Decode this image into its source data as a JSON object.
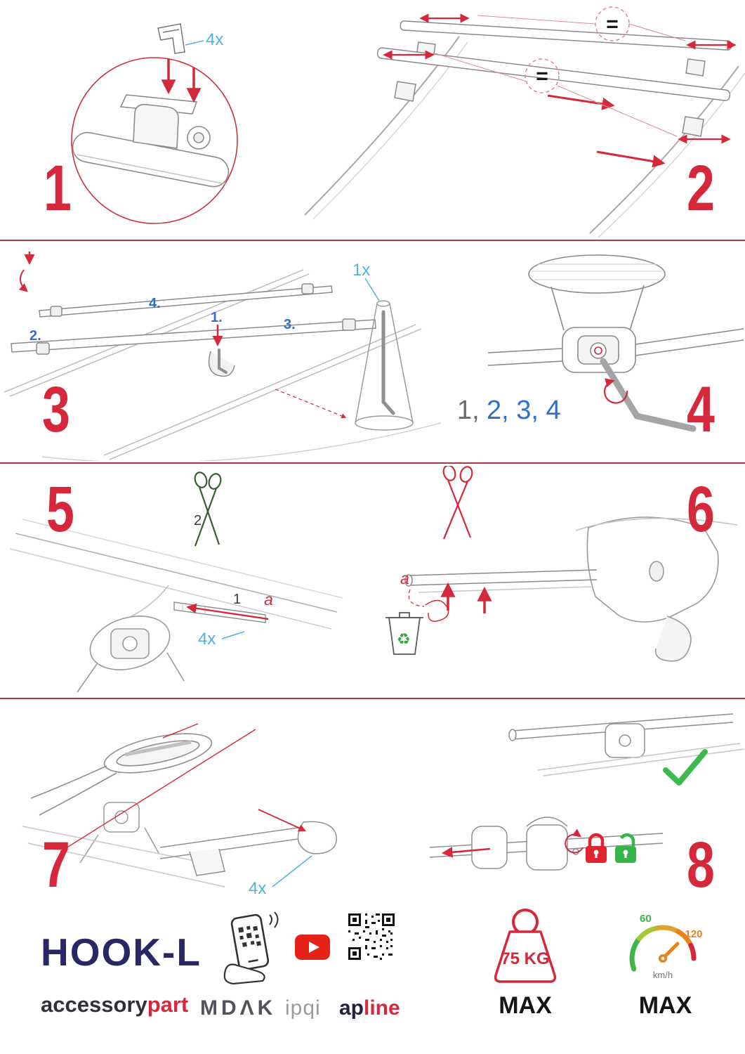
{
  "colors": {
    "step_red": "#d5283a",
    "count_cyan": "#4fb3dc",
    "label_blue": "#2e6fd2",
    "navy": "#2a2766",
    "green_check": "#3dba4e",
    "lock_red": "#e02530",
    "lock_green": "#35b44a"
  },
  "steps": {
    "s1": {
      "number": "1",
      "count": "4x"
    },
    "s2": {
      "number": "2",
      "equal": "="
    },
    "s3": {
      "number": "3",
      "count": "1x",
      "labels": {
        "l1": "1.",
        "l2": "2.",
        "l3": "3.",
        "l4": "4."
      }
    },
    "s4": {
      "number": "4",
      "seq_first": "1,",
      "seq_rest": "2, 3, 4"
    },
    "s5": {
      "number": "5",
      "step1": "1",
      "step2": "2",
      "letter": "a",
      "count": "4x"
    },
    "s6": {
      "number": "6",
      "letter": "a"
    },
    "s7": {
      "number": "7",
      "count": "4x"
    },
    "s8": {
      "number": "8"
    }
  },
  "icons": {
    "recycle": "♻"
  },
  "footer": {
    "product_name": "HOOK-L",
    "brand": {
      "dark": "accessory",
      "red": "part"
    },
    "logos": {
      "mdak": "MDΛK",
      "ipqi": "ipqi",
      "ap": "ap",
      "line": "line"
    },
    "weight": {
      "value": "75 KG",
      "max": "MAX"
    },
    "speed": {
      "low": "60",
      "high": "120",
      "unit": "km/h",
      "max": "MAX"
    }
  }
}
